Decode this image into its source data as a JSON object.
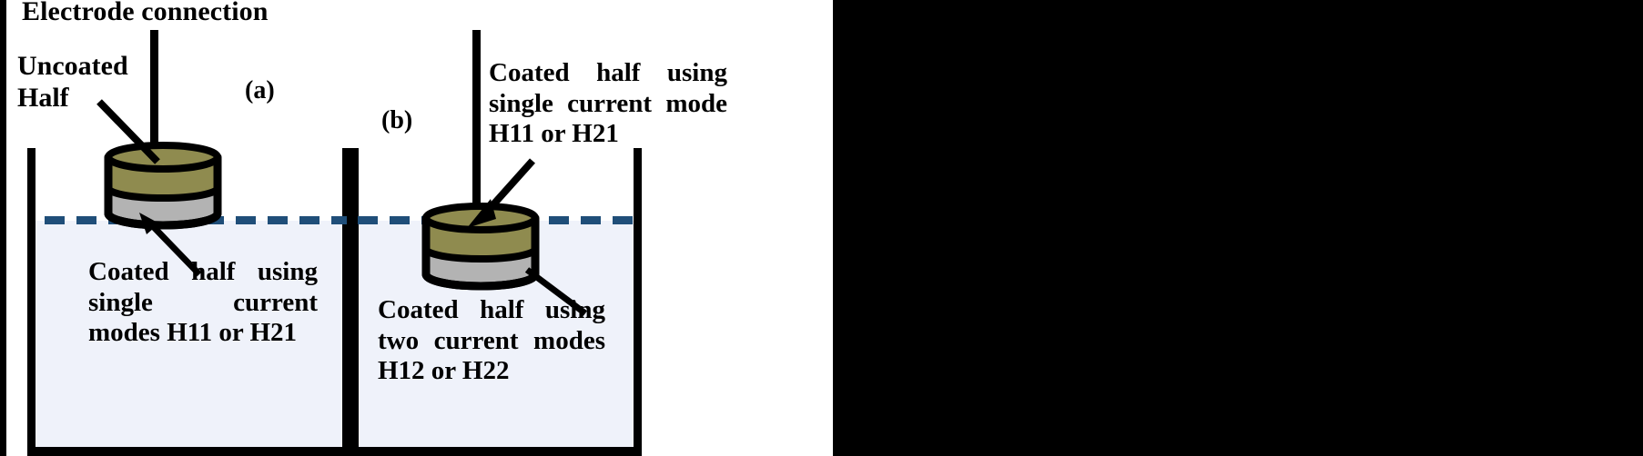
{
  "figure": {
    "title_implied": "Electrochemical coating setup schematic",
    "panels": [
      {
        "id": "a",
        "label": "(a)"
      },
      {
        "id": "b",
        "label": "(b)"
      }
    ]
  },
  "labels": {
    "electrode_connection": "Electrode connection",
    "uncoated_half": "Uncoated\nHalf",
    "panel_a": "(a)",
    "panel_b": "(b)",
    "coated_left": "Coated half using single current modes H11 or H21",
    "coated_right_top": "Coated half using single current mode H11 or H21",
    "coated_right_bottom": "Coated half using two current modes H12 or H22"
  },
  "colors": {
    "coating_olive": "#8f8b4f",
    "substrate_gray": "#b3b3b3",
    "outline_black": "#000000",
    "water_fill": "#eff2fa",
    "waterline_blue": "#1f4e79",
    "background_white": "#ffffff",
    "frame_black": "#000000"
  },
  "elements": {
    "beaker_left_name": "Beaker (a)",
    "beaker_right_name": "Beaker (b)",
    "rod_name": "Electrode rod",
    "cylinder_left_name": "Half-immersed sample disc",
    "cylinder_right_name": "Fully immersed sample disc",
    "waterline_name": "Electrolyte surface (dashed)"
  }
}
